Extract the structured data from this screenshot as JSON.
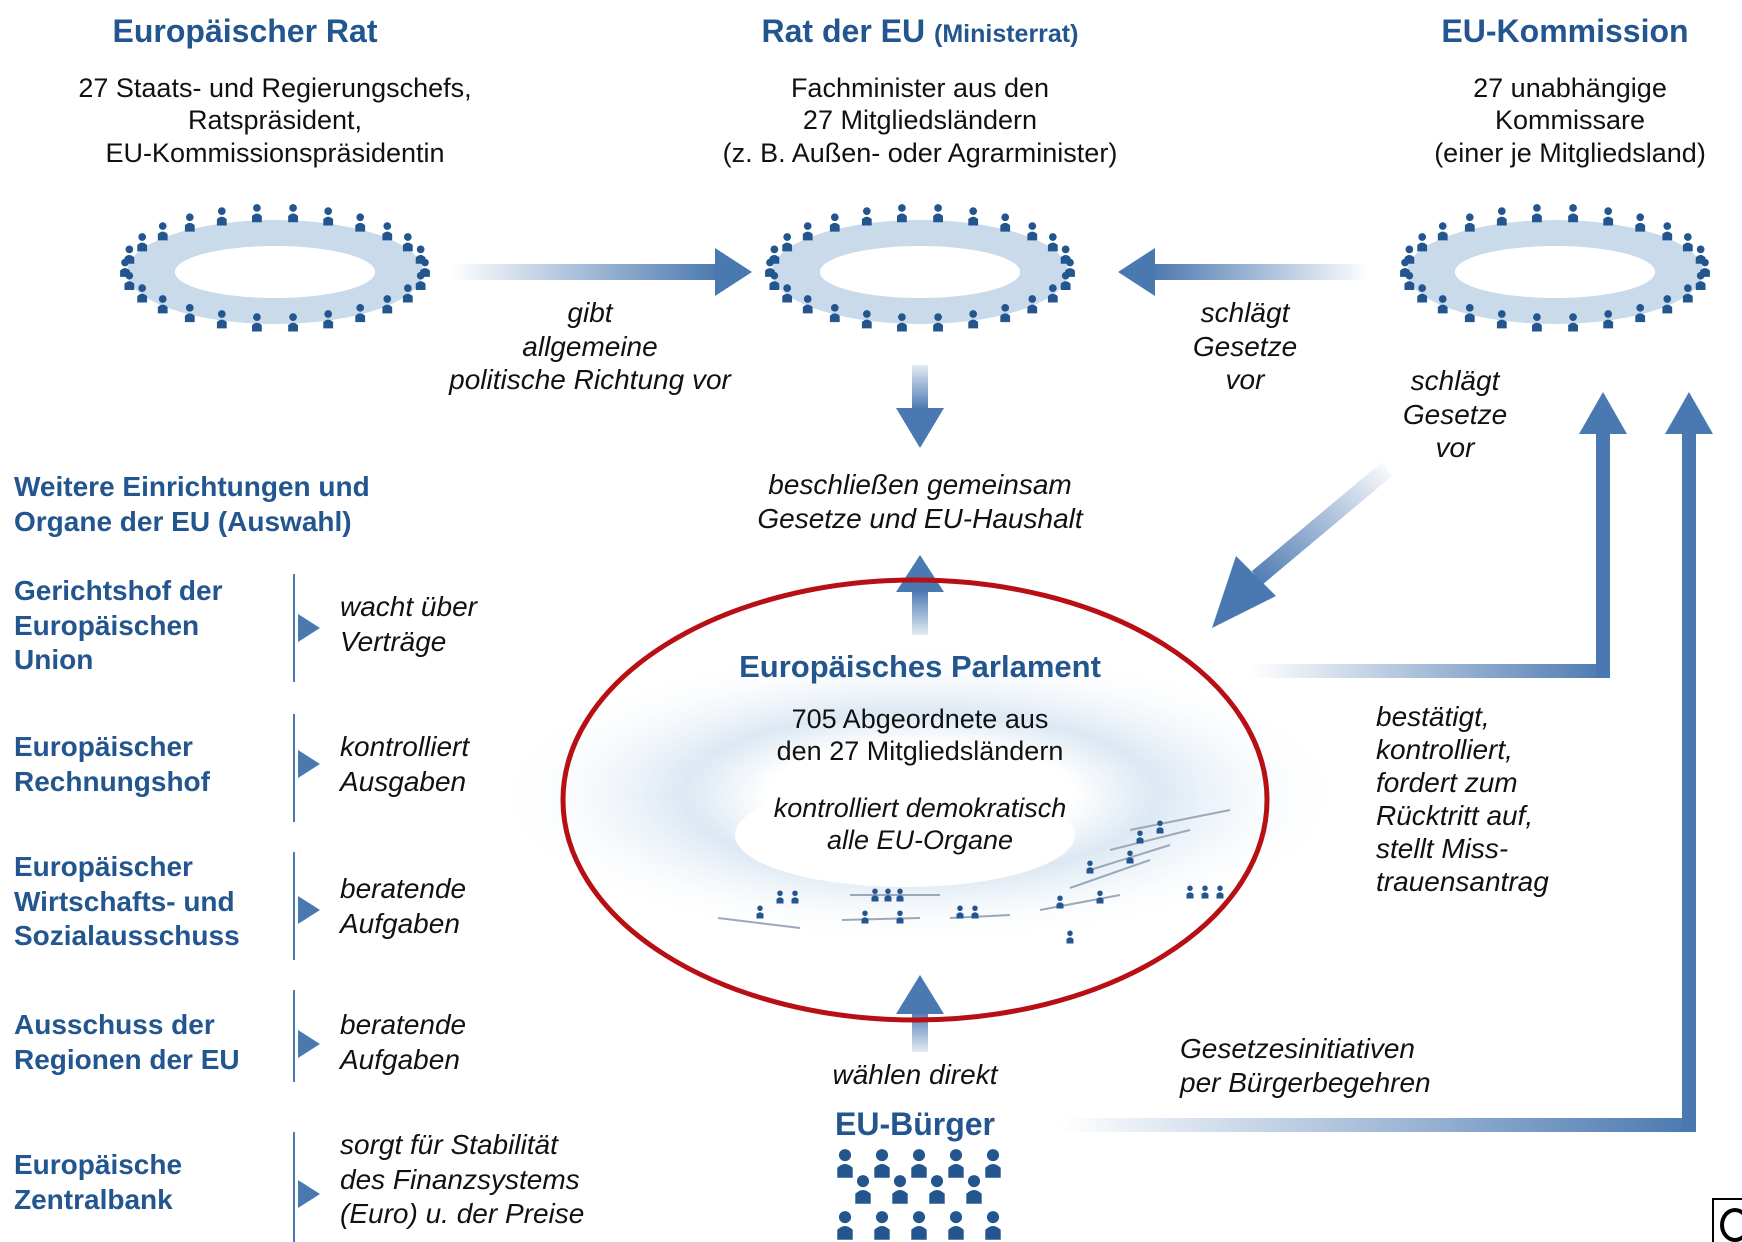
{
  "top": {
    "rat": {
      "title": "Europäischer Rat",
      "desc": "27 Staats- und Regierungschefs,\nRatspräsident,\nEU-Kommissionspräsidentin"
    },
    "ratEU": {
      "title": "Rat der EU",
      "title_suffix": "(Ministerrat)",
      "desc": "Fachminister aus den\n27 Mitgliedsländern\n(z. B. Außen- oder Agrarminister)"
    },
    "kommission": {
      "title": "EU-Kommission",
      "desc": "27 unabhängige\nKommissare\n(einer je Mitgliedsland)"
    }
  },
  "labels": {
    "gibt": "gibt\nallgemeine\npolitische Richtung vor",
    "schlaegt1": "schlägt\nGesetze\nvor",
    "schlaegt2": "schlägt\nGesetze\nvor",
    "beschliessen": "beschließen gemeinsam\nGesetze und EU-Haushalt",
    "bestaetigt": "bestätigt,\nkontrolliert,\nfordert zum\nRücktritt auf,\nstellt Miss-\ntrauensantrag",
    "waehlen": "wählen direkt",
    "initiativen": "Gesetzesinitiativen\nper Bürgerbegehren"
  },
  "parlament": {
    "title": "Europäisches Parlament",
    "desc": "705 Abgeordnete aus\nden 27 Mitgliedsländern",
    "control": "kontrolliert demokratisch\nalle EU-Organe"
  },
  "buerger": {
    "title": "EU-Bürger"
  },
  "sidebar": {
    "heading": "Weitere Einrichtungen und\nOrgane der EU (Auswahl)",
    "items": [
      {
        "name": "Gerichtshof der\nEuropäischen\nUnion",
        "desc": "wacht über\nVerträge"
      },
      {
        "name": "Europäischer\nRechnungshof",
        "desc": "kontrolliert\nAusgaben"
      },
      {
        "name": "Europäischer\nWirtschafts- und\nSozialausschuss",
        "desc": "beratende\nAufgaben"
      },
      {
        "name": "Ausschuss der\nRegionen der EU",
        "desc": "beratende\nAufgaben"
      },
      {
        "name": "Europäische\nZentralbank",
        "desc": "sorgt für Stabilität\ndes Finanzsystems\n(Euro) u. der Preise"
      }
    ]
  },
  "colors": {
    "accent": "#23568f",
    "arrow": "#4a78b0",
    "ellipse": "#c9dbeb",
    "highlight": "#b80f15"
  }
}
